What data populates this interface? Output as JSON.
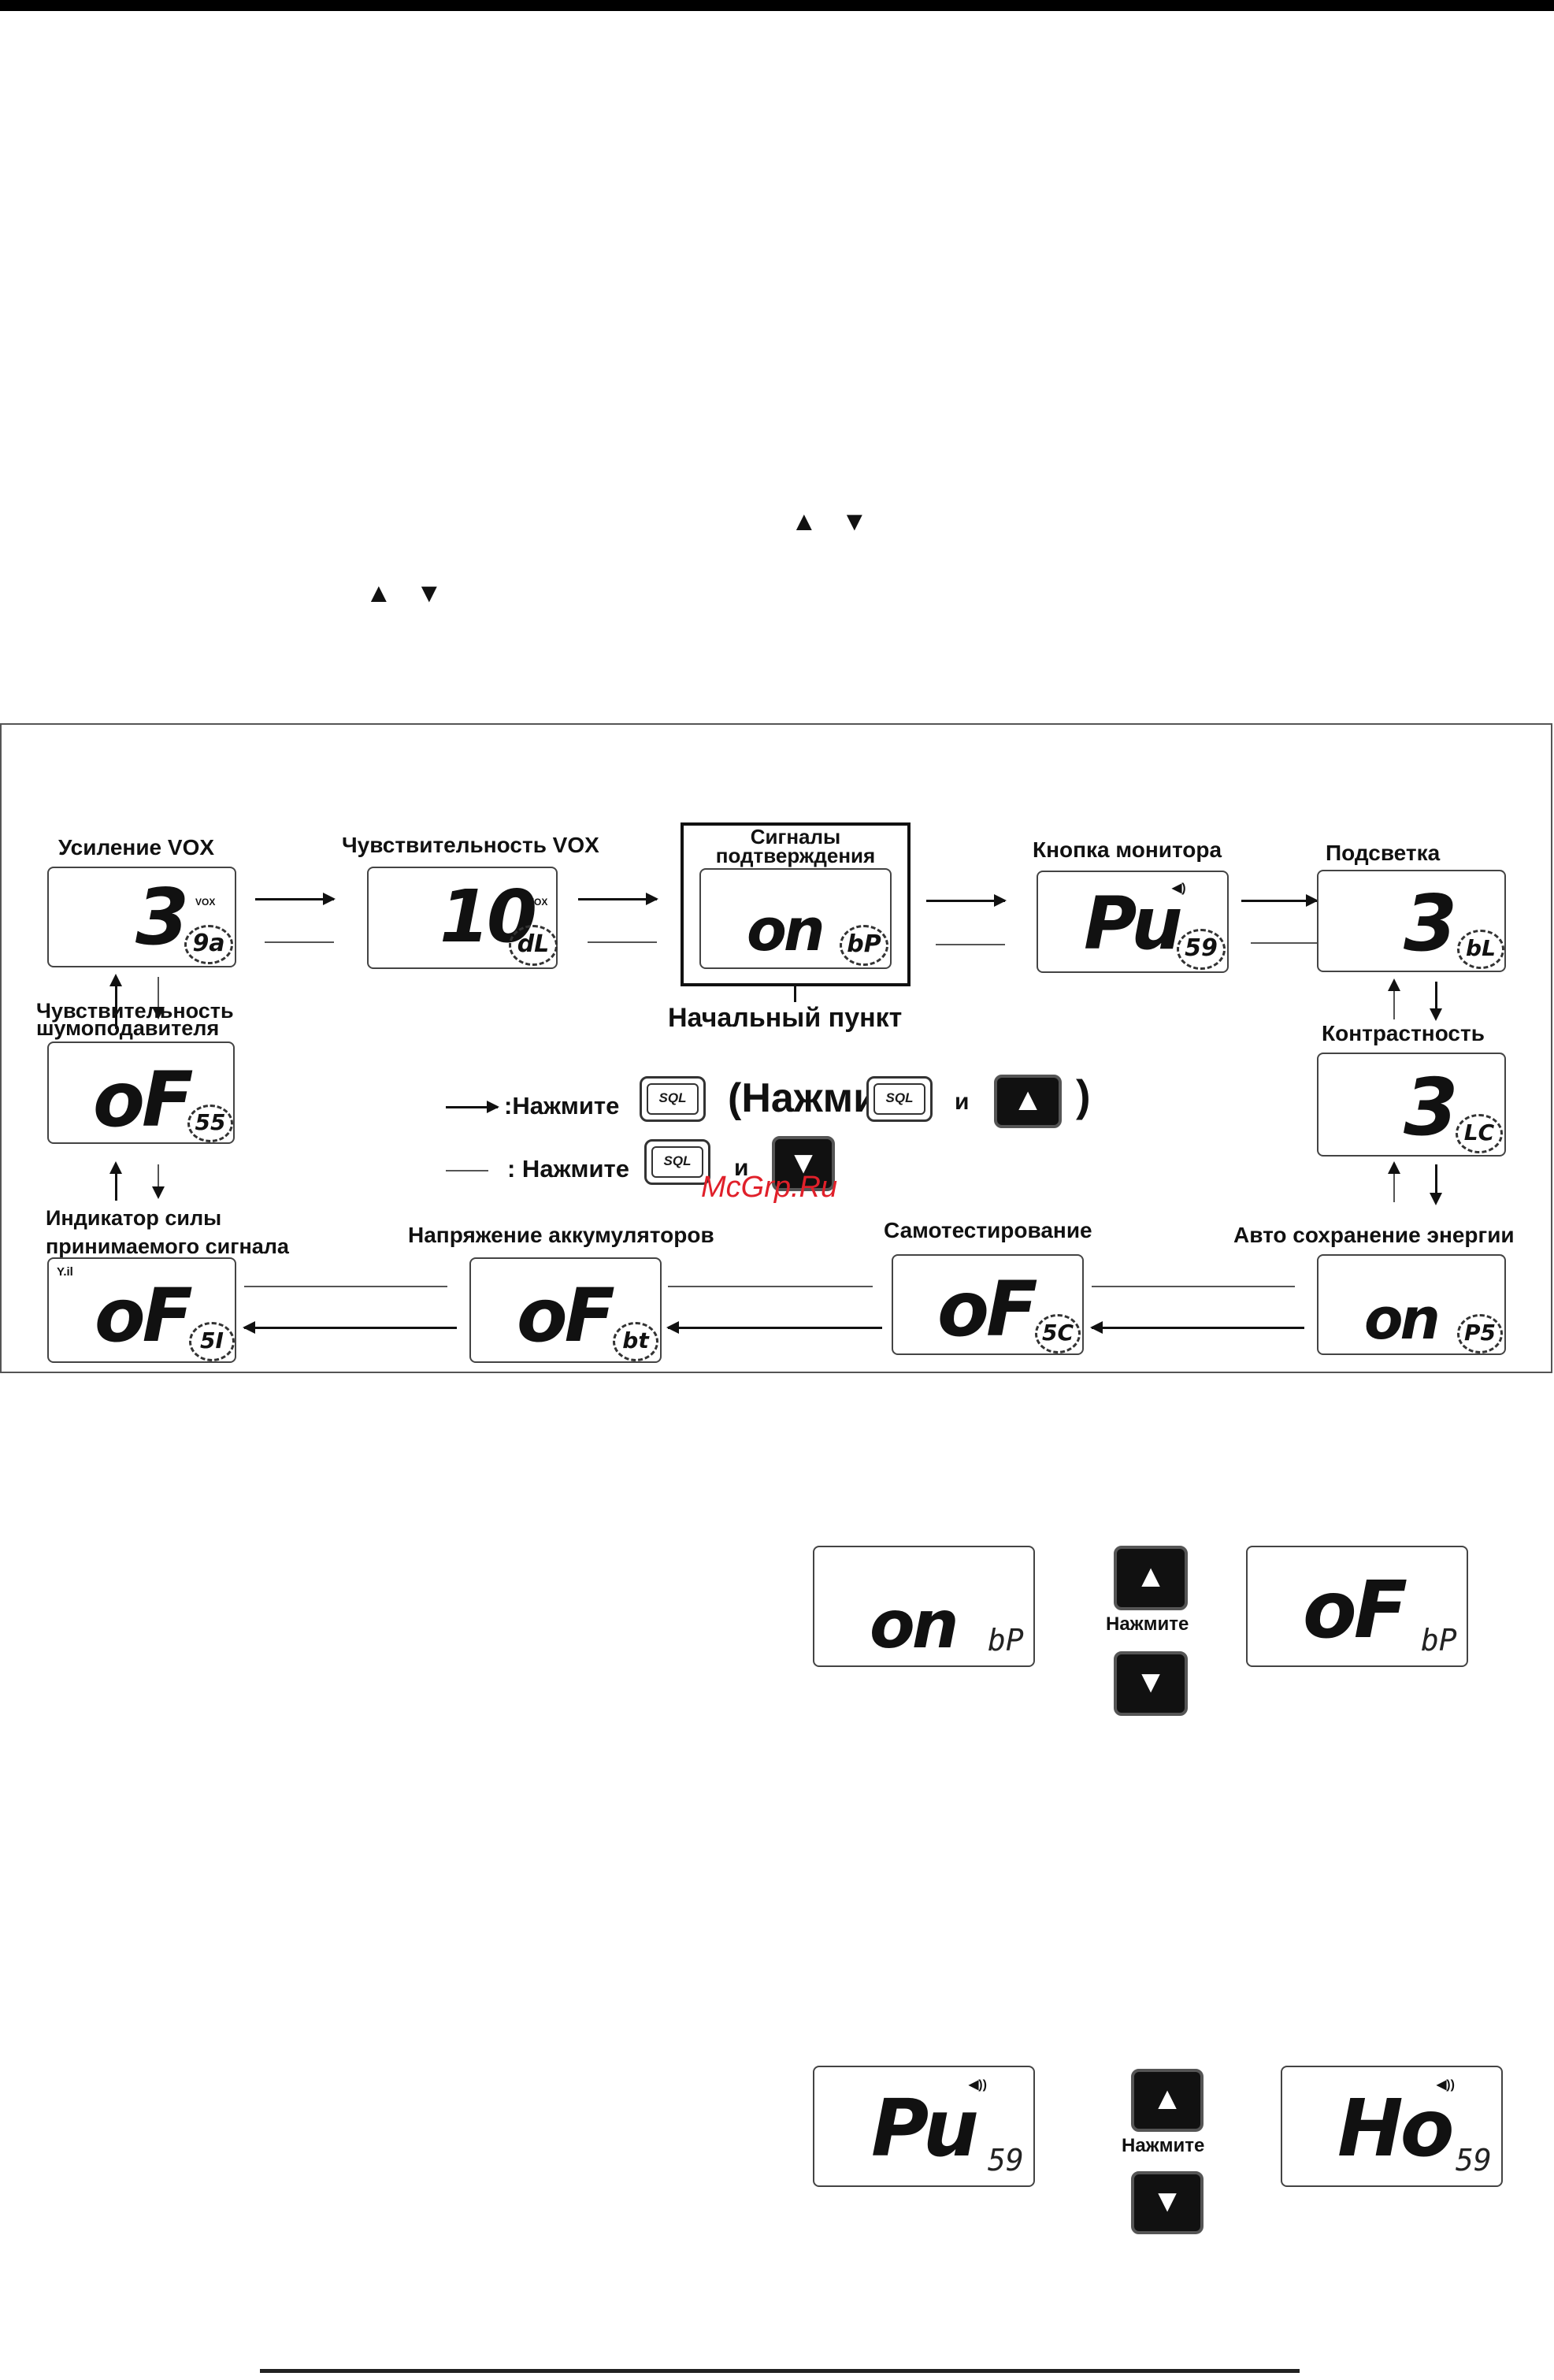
{
  "diagram": {
    "labels": {
      "vox_gain": "Усиление VOX",
      "vox_sens": "Чувствительность VOX",
      "beep": "Сигналы подтверждения",
      "monitor": "Кнопка монитора",
      "backlight": "Подсветка",
      "squelch_sens": "Чувствительность шумоподавителя",
      "contrast": "Контрастность",
      "signal_ind": "Индикатор силы принимаемого сигнала",
      "battery": "Напряжение аккумуляторов",
      "selftest": "Самотестирование",
      "powersave": "Авто сохранение энергии",
      "start": "Начальный пункт"
    },
    "displays": {
      "vox_gain": {
        "value": "3",
        "code": "9a",
        "indicator": "VOX"
      },
      "vox_sens": {
        "value": "10",
        "code": "dL",
        "indicator": "VOX"
      },
      "beep": {
        "value": "on",
        "code": "bP"
      },
      "monitor": {
        "value": "Pu",
        "code": "59",
        "indicator": "◀)"
      },
      "backlight": {
        "value": "3",
        "code": "bL"
      },
      "squelch_sens": {
        "value": "oF",
        "code": "55"
      },
      "contrast": {
        "value": "3",
        "code": "LC"
      },
      "signal_ind": {
        "value": "oF",
        "code": "5I",
        "indicator": "Y.il"
      },
      "battery": {
        "value": "oF",
        "code": "bt"
      },
      "selftest": {
        "value": "oF",
        "code": "5C"
      },
      "powersave": {
        "value": "on",
        "code": "P5"
      }
    },
    "legend": {
      "press1": ":Нажмите",
      "press_open": "(Нажмите",
      "and1": "и",
      "close": ")",
      "press2": ": Нажмите",
      "and2": "и",
      "sql": "SQL"
    }
  },
  "example1": {
    "left": {
      "value": "on",
      "code": "bP"
    },
    "press": "Нажмите",
    "right": {
      "value": "oF",
      "code": "bP"
    }
  },
  "example2": {
    "left": {
      "value": "Pu",
      "code": "59",
      "indicator": "◀))"
    },
    "press": "Нажмите",
    "right": {
      "value": "Ho",
      "code": "59",
      "indicator": "◀))"
    }
  },
  "watermark": "McGrp.Ru",
  "icons": {
    "up": "▲",
    "down": "▼"
  }
}
